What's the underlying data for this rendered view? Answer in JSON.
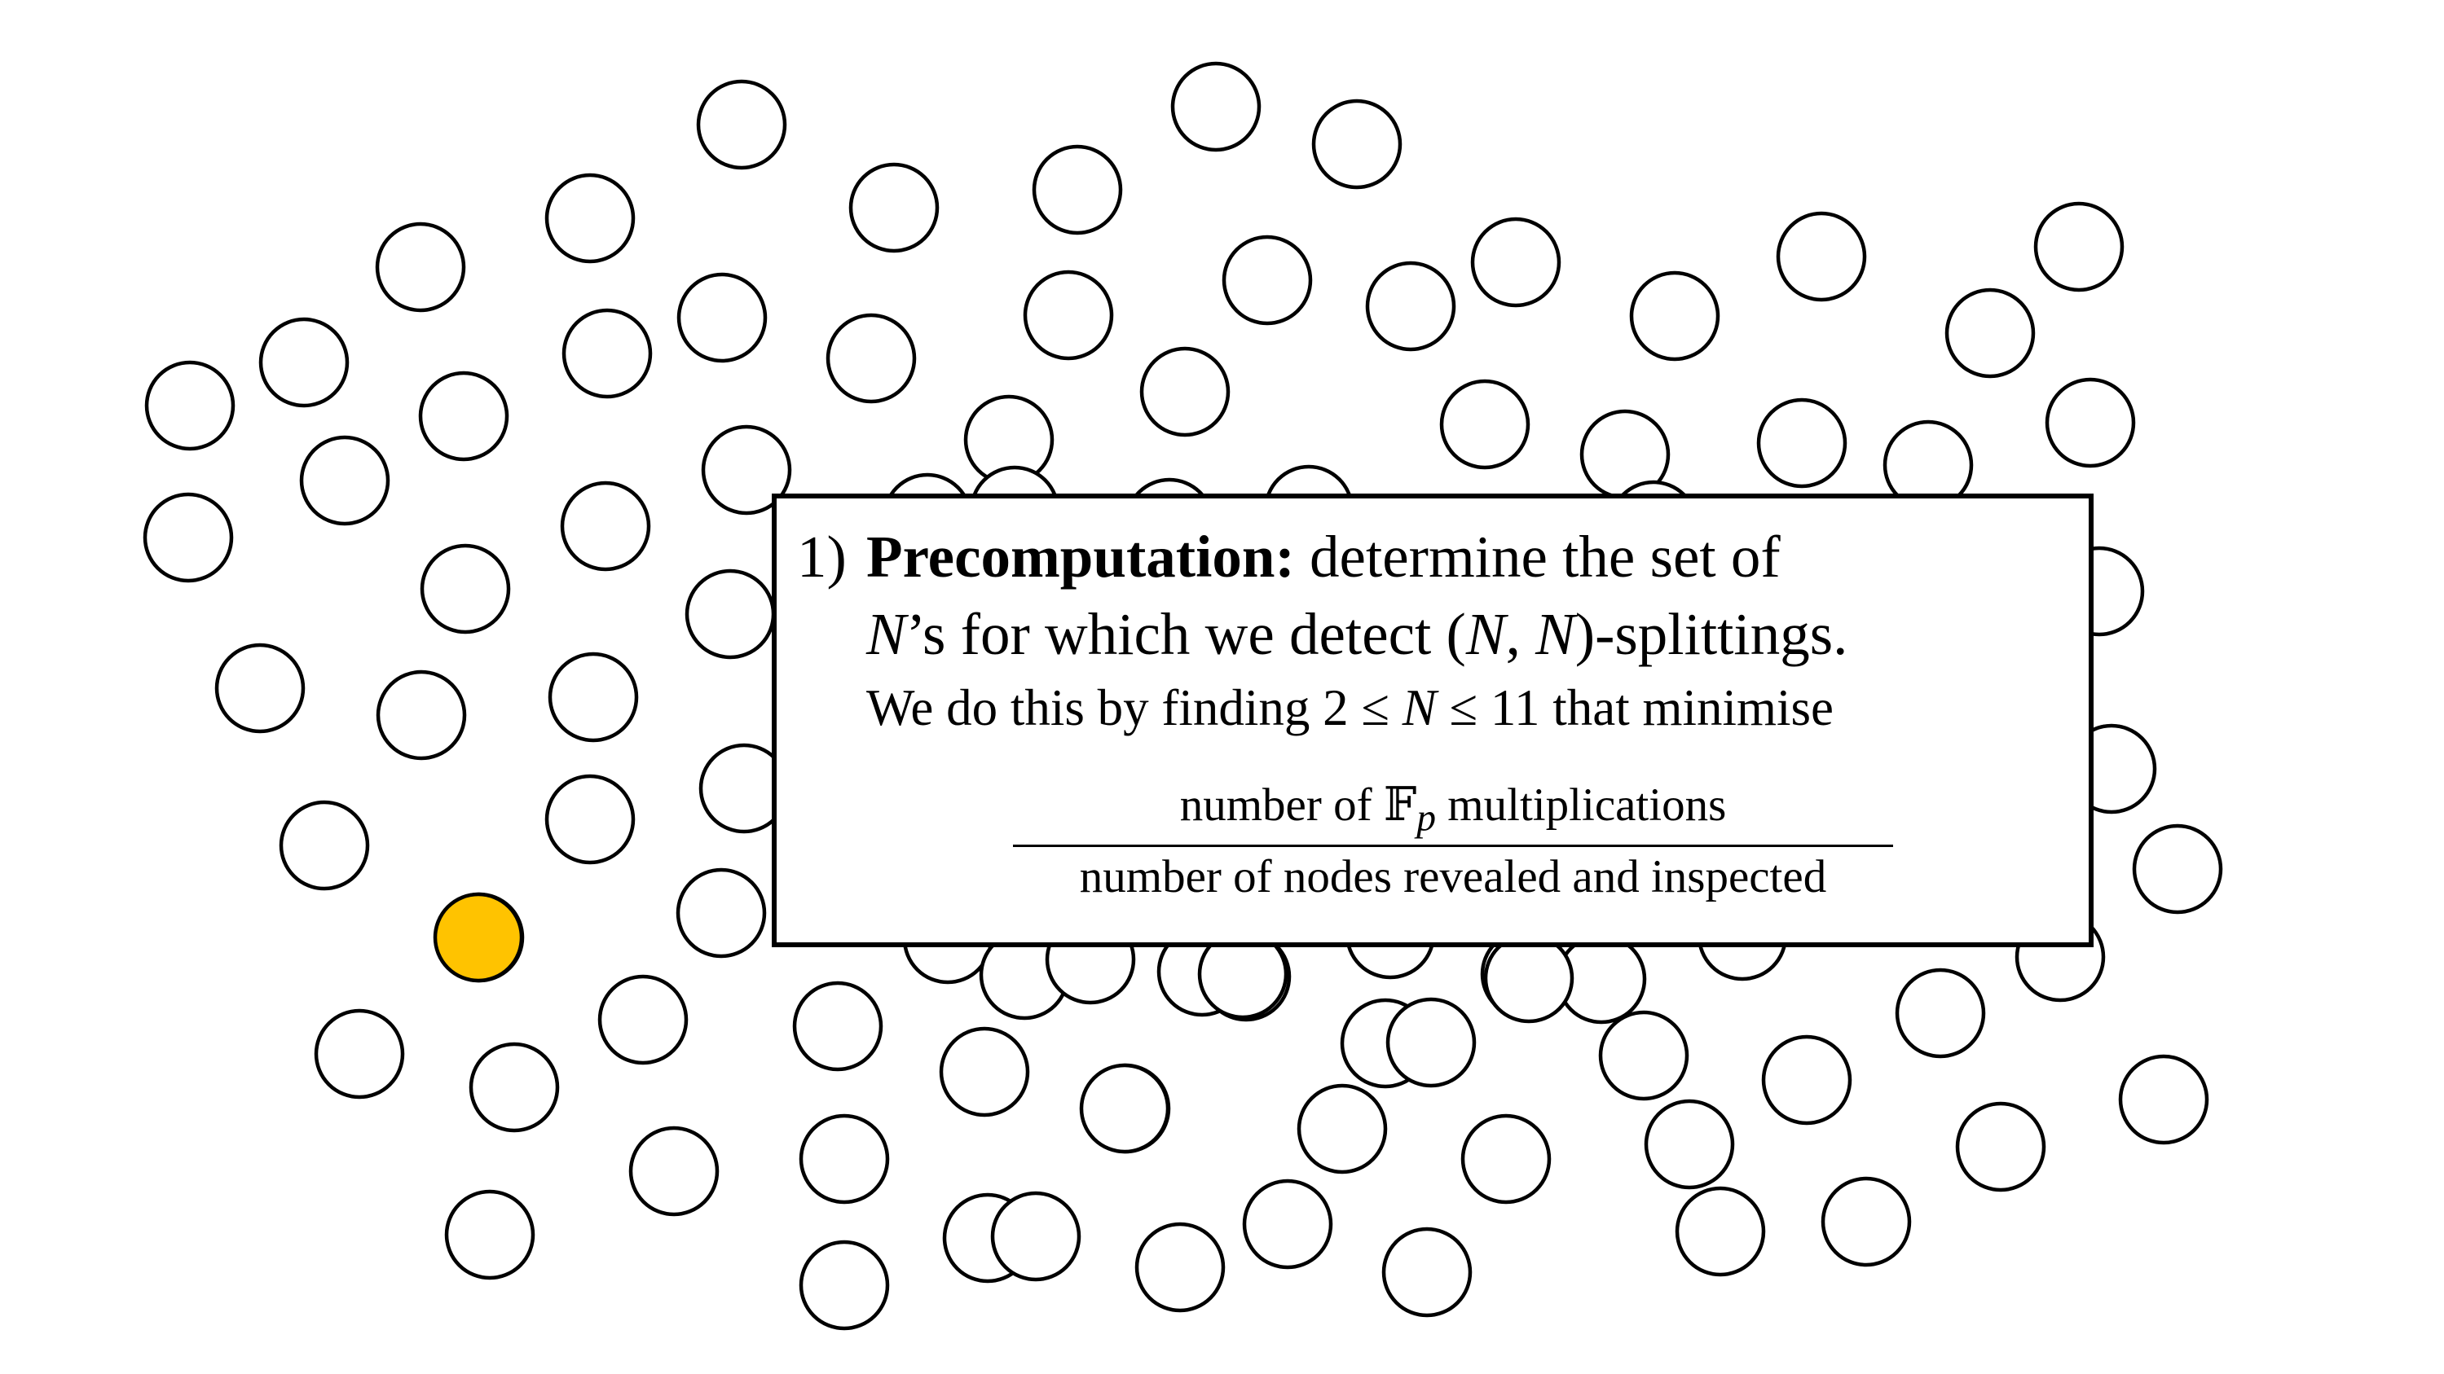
{
  "colors": {
    "node_fill": "#ffffff",
    "node_stroke": "#000000",
    "highlight": "#FFC300"
  },
  "nodes": {
    "count": 109,
    "highlighted_count": 1
  },
  "step": {
    "number": "1)",
    "title": "Precomputation:",
    "line1_rest": " determine the set of",
    "line2_var": "N",
    "line2_text": "’s for which we detect (",
    "line2_pair_a": "N",
    "line2_comma": ", ",
    "line2_pair_b": "N",
    "line2_tail": ")-splittings.",
    "line3_pre": "We do this by finding 2 ≤ ",
    "line3_var": "N",
    "line3_post": " ≤ 11 that minimise",
    "frac_num_pre": "number of ",
    "frac_num_field": "𝔽",
    "frac_num_sub": "p",
    "frac_num_post": " multiplications",
    "frac_den": "number of nodes revealed and inspected"
  }
}
